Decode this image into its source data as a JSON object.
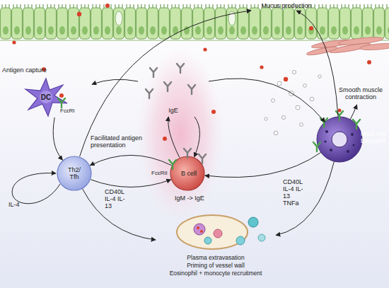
{
  "diagram": {
    "nodes": [
      {
        "text": [
          "Mucus production"
        ]
      },
      {
        "text": [
          "DC",
          "FcεRI"
        ]
      },
      {
        "text": [
          "IgE"
        ]
      },
      {
        "text": [
          "Smooth muscle contraction"
        ]
      },
      {
        "text": [
          "Mast cell Basophil"
        ]
      },
      {
        "text": [
          "Th2/ Tfh"
        ]
      },
      {
        "text": [
          "FcεRII",
          "B cell",
          "IgM -> IgE"
        ]
      },
      {
        "text": [
          "Plasma extravasation",
          "Priming of vessel wall",
          "Eosinophil + monocyte recruitment"
        ]
      }
    ],
    "edges": [
      {
        "from": 2,
        "to": 1,
        "arrow": "to"
      },
      {
        "from": 1,
        "to": 5,
        "arrow": "to"
      },
      {
        "from": 5,
        "to": 0,
        "arrow": "to"
      },
      {
        "from": 4,
        "to": 0,
        "arrow": "to"
      },
      {
        "from": 2,
        "to": 4,
        "arrow": "to"
      },
      {
        "from": 4,
        "to": 3,
        "arrow": "to"
      },
      {
        "from": 5,
        "to": 6,
        "label": "CD40L IL-4 IL-13",
        "arrow": "to"
      },
      {
        "from": 6,
        "to": 5,
        "label": "Facilitated antigen presentation",
        "arrow": "to"
      },
      {
        "from": 6,
        "to": 2,
        "arrow": "to"
      },
      {
        "from": 2,
        "to": 6,
        "arrow": "to"
      },
      {
        "from": 4,
        "to": 6,
        "label": "CD40L IL-4 IL-13 TNFa",
        "arrow": "to"
      },
      {
        "from": 5,
        "to": 7,
        "arrow": "to"
      },
      {
        "from": 4,
        "to": 7,
        "arrow": "to"
      }
    ],
    "labels": [
      "Antigen capture",
      "IL-4"
    ]
  }
}
